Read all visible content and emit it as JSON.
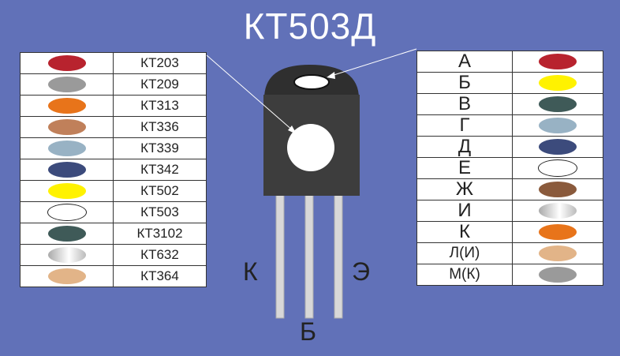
{
  "title": "КТ503Д",
  "left_table": [
    {
      "name": "КТ203",
      "color": "#b8232e"
    },
    {
      "name": "КТ209",
      "color": "#9a9a9a"
    },
    {
      "name": "КТ313",
      "color": "#e8741a"
    },
    {
      "name": "КТ336",
      "color": "#c0805a"
    },
    {
      "name": "КТ339",
      "color": "#98b2c4"
    },
    {
      "name": "КТ342",
      "color": "#3c4b7c"
    },
    {
      "name": "КТ502",
      "color": "#fff200"
    },
    {
      "name": "КТ503",
      "color": "#ffffff"
    },
    {
      "name": "КТ3102",
      "color": "#3f5a58"
    },
    {
      "name": "КТ632",
      "color": "silver"
    },
    {
      "name": "КТ364",
      "color": "#e2b488"
    }
  ],
  "right_table": [
    {
      "letter": "А",
      "color": "#b8232e"
    },
    {
      "letter": "Б",
      "color": "#fff200"
    },
    {
      "letter": "В",
      "color": "#3f5a58"
    },
    {
      "letter": "Г",
      "color": "#98b2c4"
    },
    {
      "letter": "Д",
      "color": "#3c4b7c"
    },
    {
      "letter": "Е",
      "color": "#ffffff"
    },
    {
      "letter": "Ж",
      "color": "#8a5a3c"
    },
    {
      "letter": "И",
      "color": "silver"
    },
    {
      "letter": "К",
      "color": "#e8741a"
    },
    {
      "letter": "Л(И)",
      "color": "#e2b488"
    },
    {
      "letter": "М(К)",
      "color": "#9a9a9a"
    }
  ],
  "pins": {
    "collector": "К",
    "emitter": "Э",
    "base": "Б"
  }
}
